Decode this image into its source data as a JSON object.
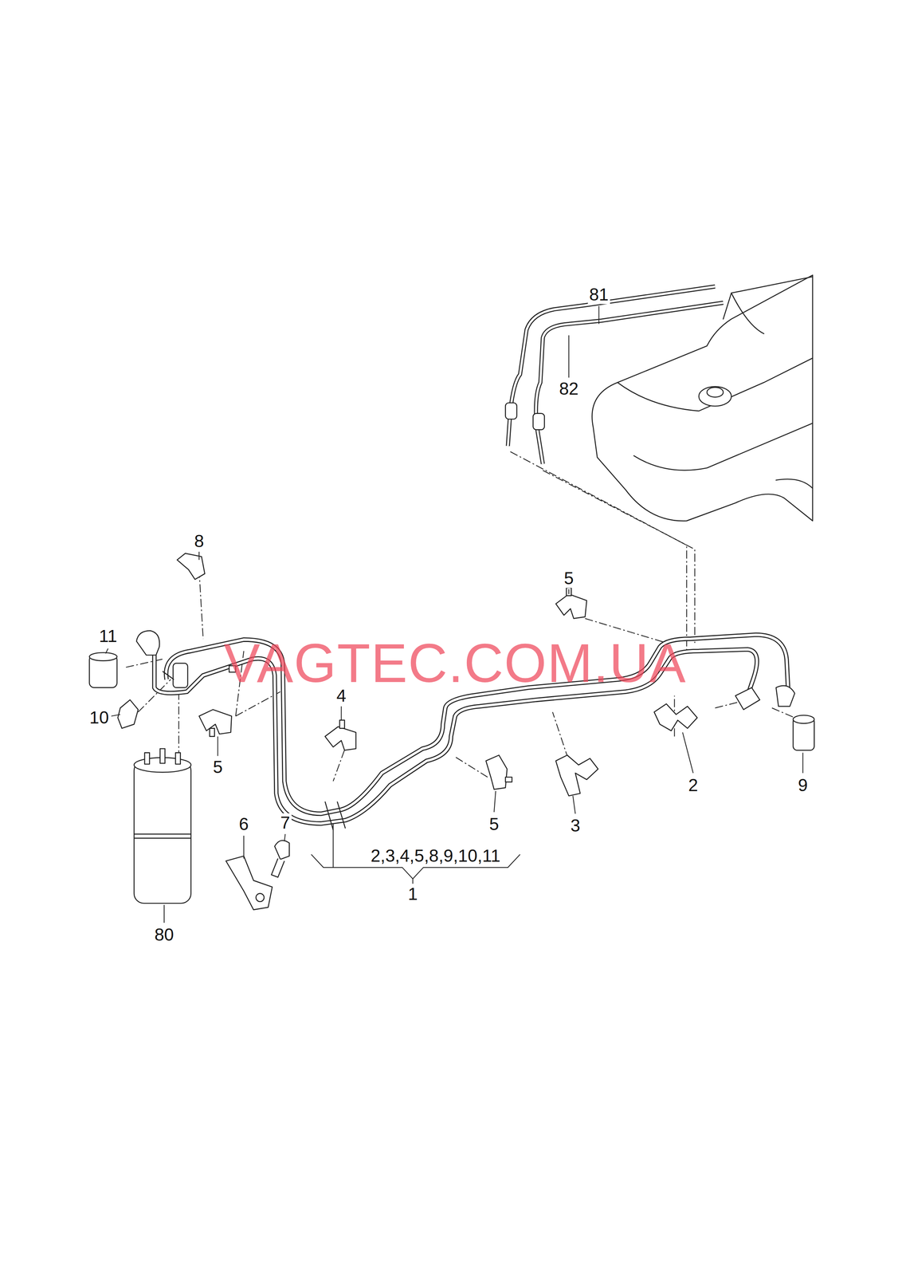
{
  "diagram": {
    "labels": [
      "81",
      "82",
      "8",
      "5",
      "11",
      "4",
      "10",
      "5",
      "5",
      "3",
      "2",
      "9",
      "6",
      "7",
      "2,3,4,5,8,9,10,11",
      "1",
      "80",
      "VAGTEC.COM.UA"
    ]
  }
}
